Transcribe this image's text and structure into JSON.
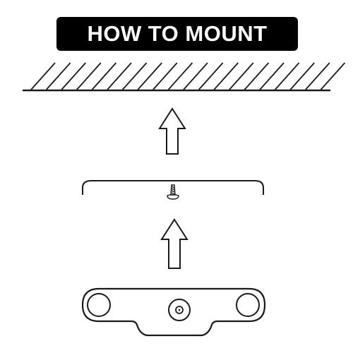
{
  "title": {
    "text": "HOW TO MOUNT",
    "background": "#000000",
    "color": "#ffffff"
  },
  "diagram": {
    "stroke_color": "#1a1a1a",
    "fill_color": "#ffffff",
    "steps": [
      {
        "name": "ceiling",
        "icon": "hatched-ceiling-icon"
      },
      {
        "name": "arrow-up",
        "icon": "arrow-up-icon"
      },
      {
        "name": "cover-with-screw",
        "icon": "screw-icon"
      },
      {
        "name": "arrow-up",
        "icon": "arrow-up-icon"
      },
      {
        "name": "mounting-bracket",
        "icon": "bracket-icon"
      }
    ]
  }
}
